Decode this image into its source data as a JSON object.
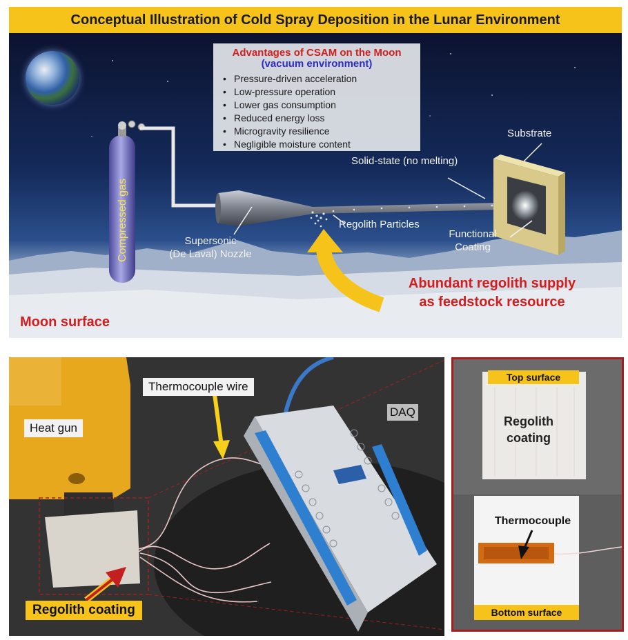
{
  "top_panel": {
    "title": "Conceptual Illustration of Cold Spray Deposition in the Lunar Environment",
    "advantages": {
      "title": "Advantages of CSAM on the Moon",
      "subtitle": "(vacuum environment)",
      "items": [
        "Pressure-driven acceleration",
        "Low-pressure operation",
        "Lower gas consumption",
        "Reduced energy loss",
        "Microgravity resilience",
        "Negligible moisture content"
      ]
    },
    "labels": {
      "compressed_gas": "Compressed gas",
      "nozzle_line1": "Supersonic",
      "nozzle_line2": "(De Laval) Nozzle",
      "regolith_particles": "Regolith Particles",
      "solid_state": "Solid-state (no melting)",
      "substrate": "Substrate",
      "functional_line1": "Functional",
      "functional_line2": "Coating",
      "supply_line1": "Abundant regolith supply",
      "supply_line2": "as feedstock resource",
      "moon_surface": "Moon surface"
    },
    "colors": {
      "title_bar": "#f6c31a",
      "emphasis_red": "#d21e1e",
      "subtitle_blue": "#2b2bc7",
      "arrow_yellow": "#f6c31a"
    }
  },
  "setup_photo": {
    "labels": {
      "heat_gun": "Heat gun",
      "thermocouple_wire": "Thermocouple wire",
      "daq": "DAQ",
      "regolith_coating": "Regolith coating"
    }
  },
  "inset": {
    "top_surface": "Top surface",
    "regolith_coating_line1": "Regolith",
    "regolith_coating_line2": "coating",
    "thermocouple": "Thermocouple",
    "bottom_surface": "Bottom surface"
  }
}
